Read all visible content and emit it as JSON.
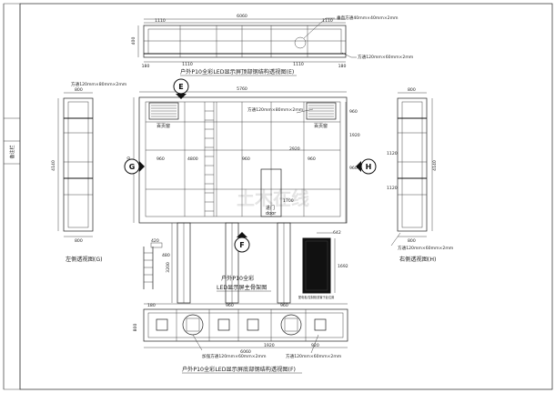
{
  "titles": {
    "top_view": "户外P10全彩LED显示屏顶部钢结构透视图(E)",
    "front_view_line1": "户外P10全彩",
    "front_view_line2": "LED显示屏主骨架图",
    "bottom_view": "户外P10全彩LED显示屏底部钢结构透视图(F)",
    "left_view": "左侧透视图(G)",
    "right_view": "右侧透视图(H)"
  },
  "section_markers": {
    "E": "E",
    "F": "F",
    "G": "G",
    "H": "H"
  },
  "title_block": {
    "label": "备注栏"
  },
  "watermark": "土木在线",
  "callouts": {
    "top_tube_small": "垂直方通40mm×40mm×2mm",
    "top_tube_main": "方通120mm×60mm×2mm",
    "front_tube": "方通120mm×80mm×2mm",
    "left_tube": "方通120mm×80mm×2mm",
    "right_tube": "方通120mm×60mm×2mm",
    "bottom_tube_a": "加强方通120mm×60mm×2mm",
    "bottom_tube_b": "方通120mm×60mm×2mm",
    "vent_left": "百页窗",
    "vent_right": "百页窗",
    "door_cn": "进门",
    "door_en": "door",
    "cabinet_note": "配电柜/控制柜放置于此位置"
  },
  "dims": {
    "top_total": "6060",
    "top_left": "1110",
    "top_right": "1110",
    "top_side": "180",
    "top_depth": "400",
    "front_total": "5760",
    "front_height": "4140",
    "front_span_a": "960",
    "front_span_b": "1920",
    "front_span_c": "4800",
    "front_span_d": "1700",
    "front_span_e": "2920",
    "leg_height": "3200",
    "ladder_h": "480",
    "ladder_w": "420",
    "side_w": "800",
    "side_h": "4140",
    "side_row": "1120",
    "bottom_total": "6060",
    "bottom_span": "960",
    "bottom_mid": "1920",
    "cabinet_w": "642",
    "cabinet_h": "1692",
    "bottom_depth": "800",
    "bottom_small": "180",
    "bottom_tail": "920"
  }
}
